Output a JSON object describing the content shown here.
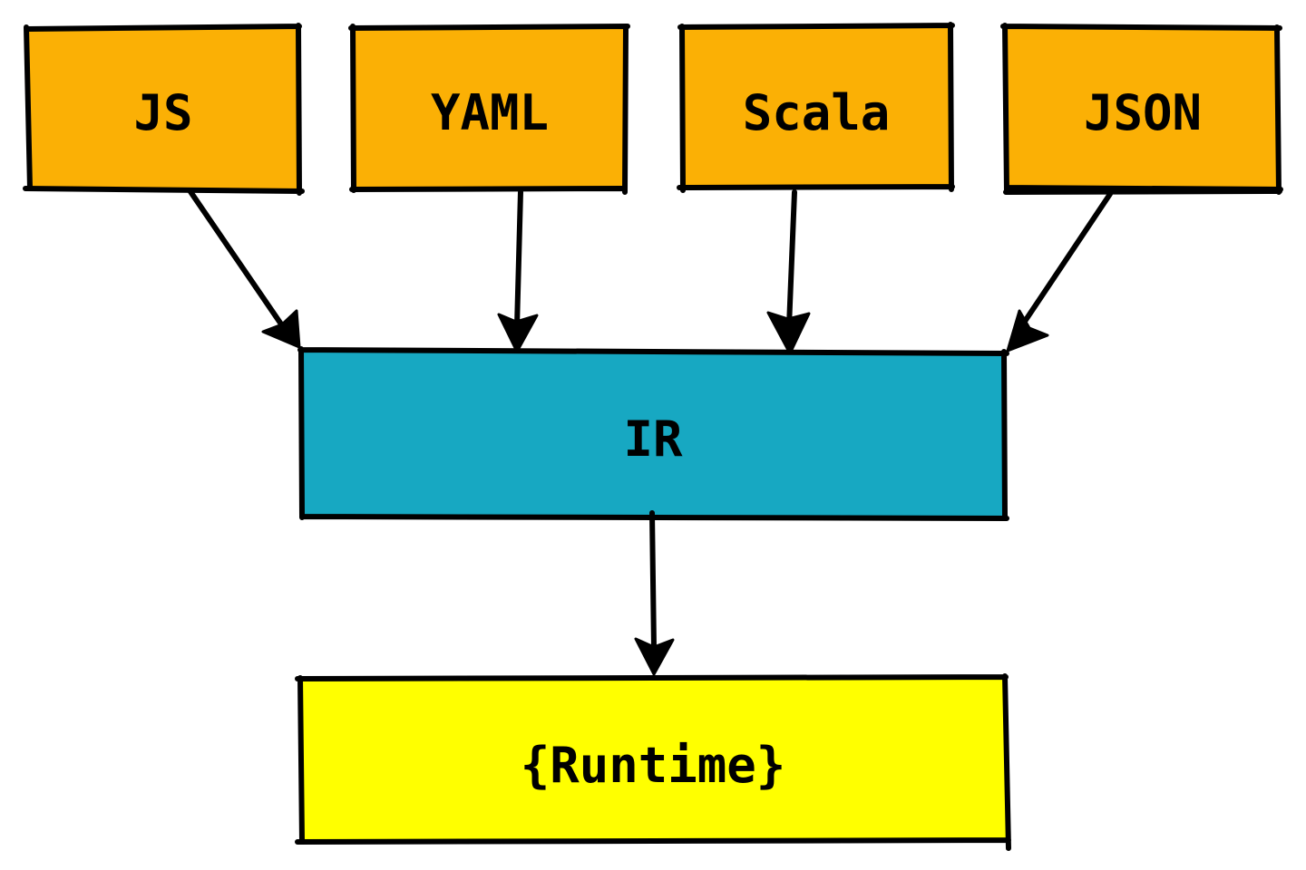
{
  "colors": {
    "source_fill": "#FBB005",
    "ir_fill": "#17A8C2",
    "runtime_fill": "#FFFF00",
    "stroke": "#000000"
  },
  "nodes": {
    "js": {
      "label": "JS"
    },
    "yaml": {
      "label": "YAML"
    },
    "scala": {
      "label": "Scala"
    },
    "json": {
      "label": "JSON"
    },
    "ir": {
      "label": "IR"
    },
    "runtime": {
      "label": "{Runtime}"
    }
  },
  "edges": [
    {
      "from": "JS",
      "to": "IR"
    },
    {
      "from": "YAML",
      "to": "IR"
    },
    {
      "from": "Scala",
      "to": "IR"
    },
    {
      "from": "JSON",
      "to": "IR"
    },
    {
      "from": "IR",
      "to": "{Runtime}"
    }
  ]
}
